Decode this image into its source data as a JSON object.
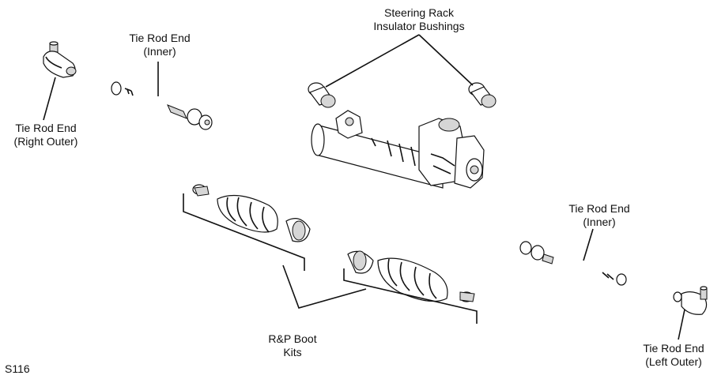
{
  "labels": {
    "bushings": {
      "line1": "Steering Rack",
      "line2": "Insulator Bushings"
    },
    "inner_left": {
      "line1": "Tie Rod End",
      "line2": "(Inner)"
    },
    "outer_right": {
      "line1": "Tie Rod End",
      "line2": "(Right Outer)"
    },
    "inner_right": {
      "line1": "Tie Rod End",
      "line2": "(Inner)"
    },
    "outer_left": {
      "line1": "Tie Rod End",
      "line2": "(Left Outer)"
    },
    "boot_kits": {
      "line1": "R&P Boot",
      "line2": "Kits"
    },
    "figure_id": "S116"
  }
}
